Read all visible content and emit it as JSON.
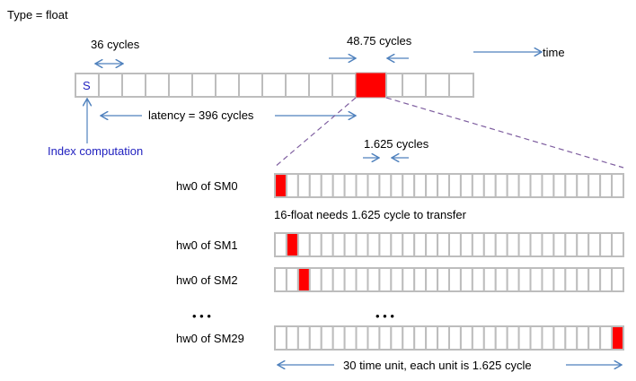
{
  "title": "Type = float",
  "top": {
    "label_36": "36 cycles",
    "label_4875": "48.75 cycles",
    "time_label": "time",
    "start_label": "S",
    "latency_label": "latency = 396 cycles",
    "index_label": "Index computation",
    "highlight_index": 12
  },
  "detail": {
    "label_1625": "1.625 cycles",
    "note": "16-float needs 1.625 cycle to transfer",
    "ellipsis_left": "• • •",
    "ellipsis_mid": "• • •",
    "footer": "30 time unit, each unit is 1.625 cycle",
    "cells_per_row": 30,
    "rows": [
      {
        "label": "hw0 of SM0",
        "red_cell": 0
      },
      {
        "label": "hw0 of SM1",
        "red_cell": 1
      },
      {
        "label": "hw0 of SM2",
        "red_cell": 2
      },
      {
        "label": "hw0 of SM29",
        "red_cell": 29
      }
    ]
  },
  "colors": {
    "highlight": "#ff0000",
    "arrow": "#4f81bd",
    "blue_text": "#1f1fbf"
  }
}
